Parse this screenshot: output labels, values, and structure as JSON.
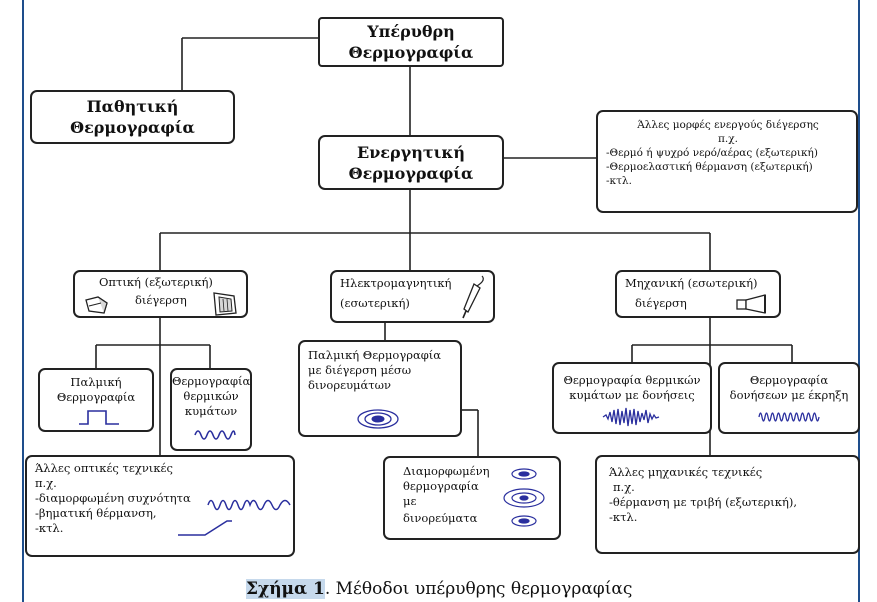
{
  "root": {
    "line1": "Υπέρυθρη",
    "line2": "Θερμογραφία"
  },
  "passive": {
    "line1": "Παθητική",
    "line2": "Θερμογραφία"
  },
  "active": {
    "line1": "Ενεργητική",
    "line2": "Θερμογραφία"
  },
  "other_active": {
    "title": "Άλλες μορφές ενεργούς διέγερσης",
    "eg": "π.χ.",
    "items": [
      "-Θερμό ή ψυχρό νερό/αέρας (εξωτερική)",
      "-Θερμοελαστική θέρμανση (εξωτερική)",
      "-κτλ."
    ]
  },
  "optical": {
    "line1": "Οπτική (εξωτερική)",
    "line2": "διέγερση"
  },
  "electro": {
    "line1": "Ηλεκτρομαγνητική",
    "line2": "(εσωτερική)"
  },
  "mechanical": {
    "line1": "Μηχανική (εσωτερική)",
    "line2": "διέγερση"
  },
  "pulsed": {
    "line1": "Παλμική",
    "line2": "Θερμογραφία"
  },
  "thermal_waves": {
    "line1": "Θερμογραφία",
    "line2": "θερμικών",
    "line3": "κυμάτων"
  },
  "eddy_pulsed": {
    "line1": "Παλμική Θερμογραφία",
    "line2": "με διέγερση μέσω",
    "line3": "δινορευμάτων"
  },
  "eddy_mod": {
    "line1": "Διαμορφωμένη",
    "line2": "θερμογραφία",
    "line3": "με",
    "line4": "δινορεύματα"
  },
  "vib_waves": {
    "line1": "Θερμογραφία θερμικών",
    "line2": "κυμάτων με δονήσεις"
  },
  "vib_burst": {
    "line1": "Θερμογραφία",
    "line2": "δονήσεων με έκρηξη"
  },
  "other_optical": {
    "title": "Άλλες οπτικές τεχνικές",
    "eg": "π.χ.",
    "items": [
      "-διαμορφωμένη συχνότητα",
      "-βηματική θέρμανση,",
      "-κτλ."
    ]
  },
  "other_mech": {
    "title": "Άλλες μηχανικές τεχνικές",
    "eg": "π.χ.",
    "items": [
      "-θέρμανση με τριβή (εξωτερική),",
      "-κτλ."
    ]
  },
  "caption": {
    "label": "Σχήμα 1",
    "text": ". Μέθοδοι υπέρυθρης θερμογραφίας"
  },
  "colors": {
    "signal": "#2a2f9e",
    "frame": "#1e4e8c",
    "caption_highlight": "#c6d9ec"
  },
  "icons": [
    "lamp-icon",
    "pen-probe-icon",
    "shaker-icon",
    "step-pulse-icon",
    "sine-wave-icon",
    "eddy-coil-icon",
    "stacked-coils-icon",
    "noisy-burst-icon",
    "vibration-wave-icon",
    "step-ramp-icon"
  ]
}
